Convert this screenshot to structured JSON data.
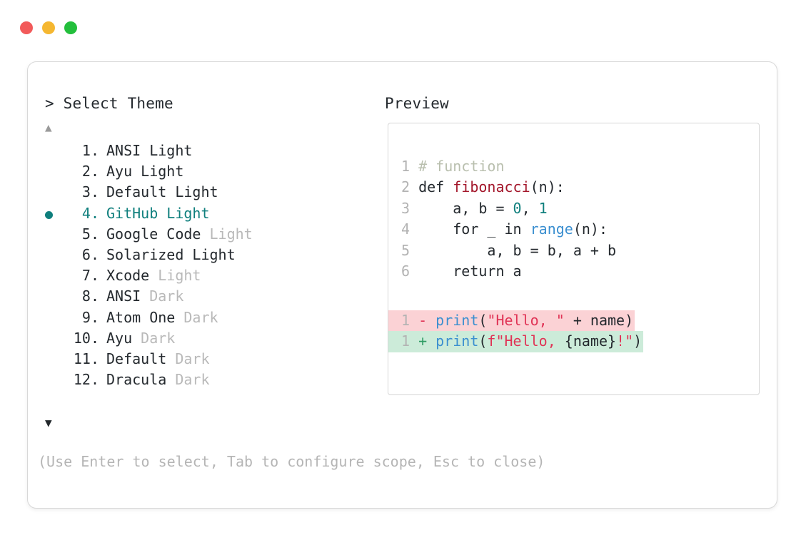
{
  "window": {
    "dots": [
      {
        "name": "close-dot",
        "color": "#f25a5a"
      },
      {
        "name": "minimize-dot",
        "color": "#f5b731"
      },
      {
        "name": "maximize-dot",
        "color": "#23bf3c"
      }
    ]
  },
  "prompt": {
    "heading": "> Select Theme",
    "preview_heading": "Preview",
    "scroll_up": "▲",
    "scroll_down": "▼",
    "hint": "(Use Enter to select, Tab to configure scope, Esc to close)"
  },
  "accent_color": "#0f7f7d",
  "themes": [
    {
      "num": "1.",
      "name": "ANSI",
      "suffix": "Light",
      "suffix_muted": false,
      "selected": false
    },
    {
      "num": "2.",
      "name": "Ayu",
      "suffix": "Light",
      "suffix_muted": false,
      "selected": false
    },
    {
      "num": "3.",
      "name": "Default",
      "suffix": "Light",
      "suffix_muted": false,
      "selected": false
    },
    {
      "num": "4.",
      "name": "GitHub",
      "suffix": "Light",
      "suffix_muted": false,
      "selected": true
    },
    {
      "num": "5.",
      "name": "Google Code",
      "suffix": "Light",
      "suffix_muted": true,
      "selected": false
    },
    {
      "num": "6.",
      "name": "Solarized",
      "suffix": "Light",
      "suffix_muted": false,
      "selected": false
    },
    {
      "num": "7.",
      "name": "Xcode",
      "suffix": "Light",
      "suffix_muted": true,
      "selected": false
    },
    {
      "num": "8.",
      "name": "ANSI",
      "suffix": "Dark",
      "suffix_muted": true,
      "selected": false
    },
    {
      "num": "9.",
      "name": "Atom One",
      "suffix": "Dark",
      "suffix_muted": true,
      "selected": false
    },
    {
      "num": "10.",
      "name": "Ayu",
      "suffix": "Dark",
      "suffix_muted": true,
      "selected": false
    },
    {
      "num": "11.",
      "name": "Default",
      "suffix": "Dark",
      "suffix_muted": true,
      "selected": false
    },
    {
      "num": "12.",
      "name": "Dracula",
      "suffix": "Dark",
      "suffix_muted": true,
      "selected": false
    }
  ],
  "preview": {
    "code_lines": [
      {
        "n": "1",
        "tokens": [
          {
            "t": "# function",
            "c": "tok-comment"
          }
        ]
      },
      {
        "n": "2",
        "tokens": [
          {
            "t": "def ",
            "c": "tok-keyword"
          },
          {
            "t": "fibonacci",
            "c": "tok-func"
          },
          {
            "t": "(n):",
            "c": "tok-plain"
          }
        ]
      },
      {
        "n": "3",
        "tokens": [
          {
            "t": "    a, b = ",
            "c": "tok-plain"
          },
          {
            "t": "0",
            "c": "tok-number"
          },
          {
            "t": ", ",
            "c": "tok-plain"
          },
          {
            "t": "1",
            "c": "tok-number"
          }
        ]
      },
      {
        "n": "4",
        "tokens": [
          {
            "t": "    for _ in ",
            "c": "tok-plain"
          },
          {
            "t": "range",
            "c": "tok-builtin"
          },
          {
            "t": "(n):",
            "c": "tok-plain"
          }
        ]
      },
      {
        "n": "5",
        "tokens": [
          {
            "t": "        a, b = b, a + b",
            "c": "tok-plain"
          }
        ]
      },
      {
        "n": "6",
        "tokens": [
          {
            "t": "    return a",
            "c": "tok-plain"
          }
        ]
      }
    ],
    "diff_lines": [
      {
        "kind": "removed",
        "n": "1",
        "marker": "-",
        "tokens": [
          {
            "t": "print",
            "c": "tok-print"
          },
          {
            "t": "(",
            "c": "tok-plain"
          },
          {
            "t": "\"Hello, \"",
            "c": "tok-string"
          },
          {
            "t": " + name)",
            "c": "tok-plain"
          }
        ]
      },
      {
        "kind": "added",
        "n": "1",
        "marker": "+",
        "tokens": [
          {
            "t": "print",
            "c": "tok-print"
          },
          {
            "t": "(",
            "c": "tok-plain"
          },
          {
            "t": "f\"Hello, ",
            "c": "tok-string"
          },
          {
            "t": "{name}",
            "c": "tok-plain"
          },
          {
            "t": "!",
            "c": "bang"
          },
          {
            "t": "\"",
            "c": "tok-string"
          },
          {
            "t": ")",
            "c": "tok-plain"
          }
        ]
      }
    ]
  }
}
